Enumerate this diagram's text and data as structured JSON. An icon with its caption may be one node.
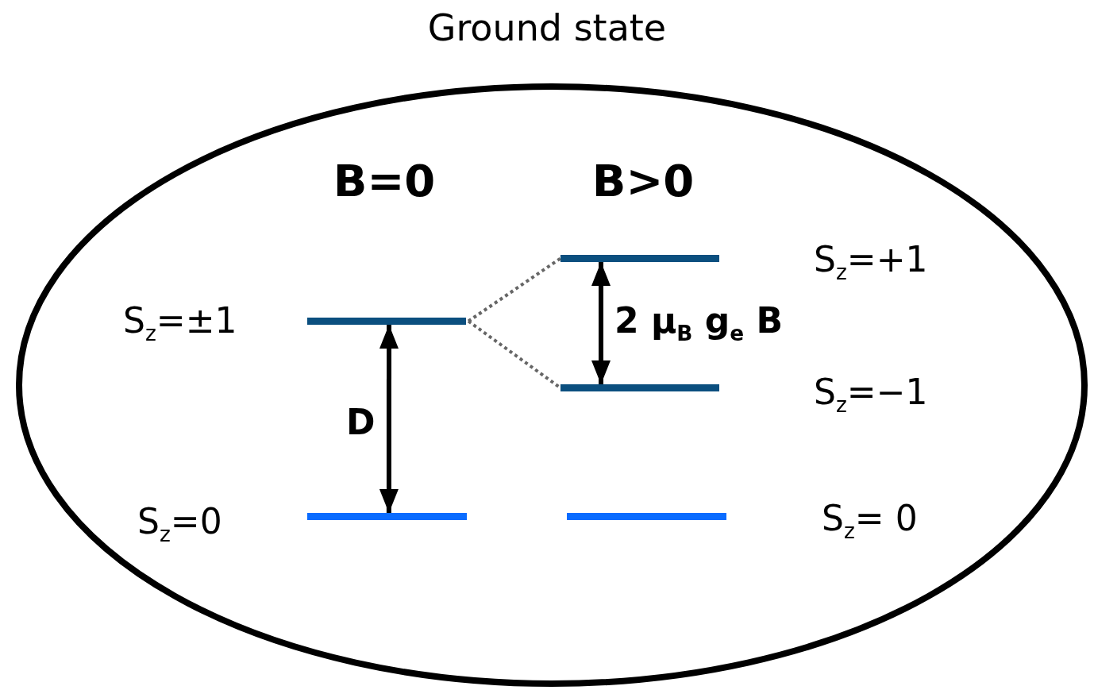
{
  "diagram": {
    "nodes": [
      {
        "text": [
          "Ground state"
        ]
      },
      {
        "text": [],
        "shape": "bar",
        "in": 0,
        "beside": [
          "S$_{z}$=+1"
        ]
      },
      {
        "text": [],
        "shape": "bar",
        "in": 0,
        "beside": [
          "S$_{z}$=±1"
        ]
      },
      {
        "text": [],
        "shape": "bar",
        "in": 0,
        "beside": [
          "S$_{z}$=−1"
        ]
      },
      {
        "text": [],
        "shape": "bar",
        "in": 0,
        "beside": [
          "S$_{z}$=0"
        ]
      },
      {
        "text": [],
        "shape": "bar",
        "in": 0,
        "beside": [
          "S$_{z}$= 0"
        ]
      }
    ],
    "edges": [
      {
        "from": 2,
        "to": 1,
        "arrow": "none",
        "style": "dashed",
        "color": "#666666"
      },
      {
        "from": 2,
        "to": 3,
        "arrow": "none",
        "style": "dashed",
        "color": "#666666"
      },
      {
        "from": 2,
        "to": 4,
        "arrow": "both",
        "label": "D",
        "color": "#000000"
      },
      {
        "from": 1,
        "to": 3,
        "arrow": "both",
        "label": "2 μ$_{B}$ g$_{e}$ B",
        "color": "#000000"
      }
    ],
    "labels": [
      "B=0",
      "B>0"
    ]
  }
}
